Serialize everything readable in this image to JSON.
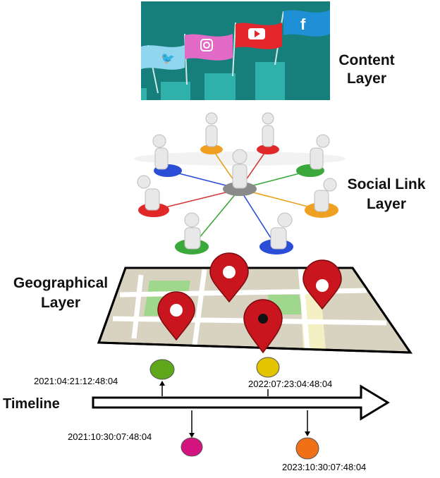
{
  "layers": {
    "content": {
      "line1": "Content",
      "line2": "Layer"
    },
    "social": {
      "line1": "Social Link",
      "line2": "Layer"
    },
    "geographical": {
      "line1": "Geographical",
      "line2": "Layer"
    }
  },
  "timeline": {
    "label": "Timeline",
    "events": [
      {
        "timestamp": "2021:04:21:12:48:04",
        "color": "#5ea61a",
        "position": "above"
      },
      {
        "timestamp": "2022:07:23:04:48:04",
        "color": "#e3c400",
        "position": "above"
      },
      {
        "timestamp": "2021:10:30:07:48:04",
        "color": "#d4147e",
        "position": "below"
      },
      {
        "timestamp": "2023:10:30:07:48:04",
        "color": "#f07018",
        "position": "below"
      }
    ]
  },
  "social_platform_icons": [
    "twitter-icon",
    "instagram-icon",
    "youtube-icon",
    "facebook-icon"
  ],
  "colors": {
    "content_bg": "#167f7c",
    "bars": "#2fb0ab",
    "pin": "#c8151e",
    "map": "#d8d2c0",
    "map_park": "#9fd88c"
  }
}
